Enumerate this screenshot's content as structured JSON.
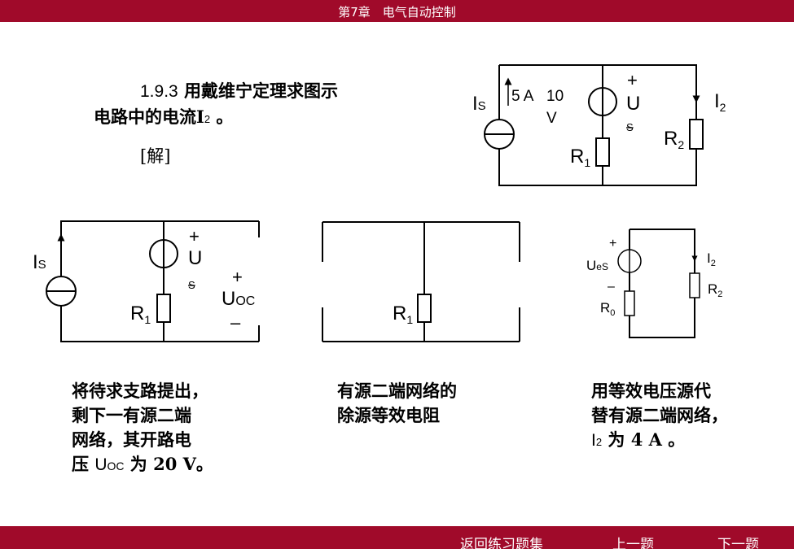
{
  "header": {
    "chapter": "第7章　电气自动控制"
  },
  "problem": {
    "number": "1.9.3",
    "line1": "用戴维宁定理求图示",
    "line2": "电路中的电流I",
    "line2_sub": "2",
    "line2_end": " 。",
    "solution": "[解]"
  },
  "circuit_main": {
    "is_label": "I",
    "is_sub": "S",
    "is_value": "5 A",
    "us_value1": "10",
    "us_value2": "V",
    "plus": "+",
    "u_label": "U",
    "u_sub": "S",
    "r1": "R",
    "r1_sub": "1",
    "r2": "R",
    "r2_sub": "2",
    "i2": "I",
    "i2_sub": "2"
  },
  "circuit_open": {
    "is_label": "I",
    "is_sub": "S",
    "plus1": "+",
    "u_label": "U",
    "u_sub": "S",
    "plus2": "+",
    "uoc": "U",
    "uoc_sub": "OC",
    "minus": "–",
    "r1": "R",
    "r1_sub": "1"
  },
  "circuit_r0": {
    "r1": "R",
    "r1_sub": "1"
  },
  "circuit_eq": {
    "plus": "+",
    "ues": "U",
    "ues_sub": "eS",
    "minus": "–",
    "r0": "R",
    "r0_sub": "0",
    "i2": "I",
    "i2_sub": "2",
    "r2": "R",
    "r2_sub": "2"
  },
  "captions": {
    "c1": [
      "将待求支路提出，",
      "剩下一有源二端",
      "网络，其开路电",
      "压 "
    ],
    "c1_uoc": "U",
    "c1_uoc_sub": "OC",
    "c1_end": " 为 20 V。",
    "c2": [
      "有源二端网络的",
      "除源等效电阻"
    ],
    "c3": [
      "用等效电压源代",
      "替有源二端网络，"
    ],
    "c3_i": "I",
    "c3_i_sub": "2",
    "c3_end": " 为  4 A 。"
  },
  "footer": {
    "back": "返回练习题集",
    "prev": "上一题",
    "next": "下一题"
  }
}
